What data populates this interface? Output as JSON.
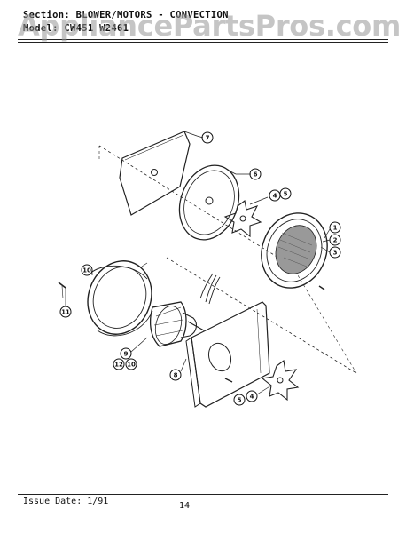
{
  "header": {
    "section_line": "Section: BLOWER/MOTORS - CONVECTION",
    "model_line": "Model: CW451 W2461"
  },
  "watermark": "AppliancePartsPros.com",
  "footer": {
    "issue_date": "Issue Date: 1/91",
    "page_number": "14"
  },
  "callouts": [
    "7",
    "6",
    "4",
    "5",
    "1",
    "2",
    "3",
    "10",
    "11",
    "9",
    "12",
    "10",
    "8",
    "5",
    "4"
  ]
}
